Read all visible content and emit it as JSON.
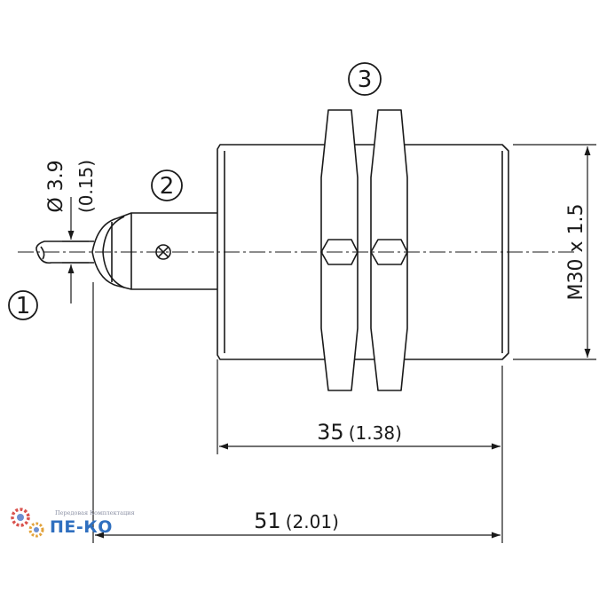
{
  "callouts": {
    "c1": "1",
    "c2": "2",
    "c3": "3"
  },
  "dimensions": {
    "cable_dia_main": "Ø 3.9",
    "cable_dia_inch": "(0.15)",
    "thread": "M30 x 1.5",
    "housing_len_main": "35",
    "housing_len_inch": "(1.38)",
    "total_len_main": "51",
    "total_len_inch": "(2.01)"
  },
  "watermark": {
    "tagline": "Передовая Комплектация",
    "brand": "ПЕ-КО"
  },
  "colors": {
    "line": "#1a1a1a",
    "watermark_blue": "#2f6fbf",
    "watermark_red": "#d9534f",
    "watermark_grey": "#8a8fa3"
  }
}
